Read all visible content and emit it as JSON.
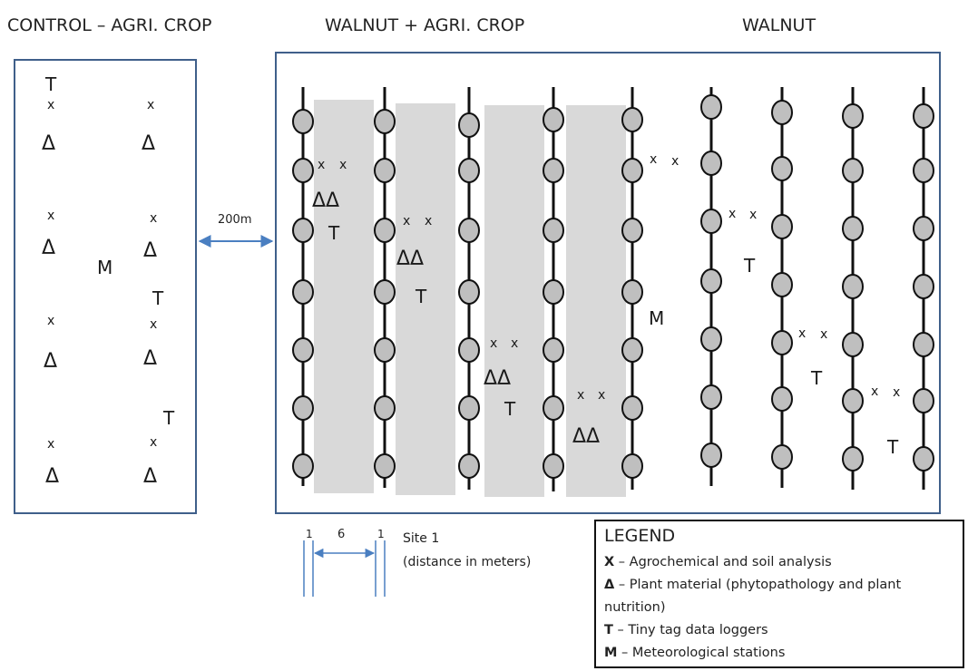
{
  "headers": {
    "control": "CONTROL – AGRI. CROP",
    "walnut_agri": "WALNUT + AGRI. CROP",
    "walnut": "WALNUT"
  },
  "distance_label": "200m",
  "spacing": {
    "edge_left": "1",
    "middle": "6",
    "edge_right": "1"
  },
  "site": {
    "line1": "Site 1",
    "line2": "(distance in meters)"
  },
  "symbols": {
    "x": "x",
    "delta": "Δ",
    "delta_pair": "ΔΔ",
    "t": "T",
    "m": "M"
  },
  "legend": {
    "title": "LEGEND",
    "items": [
      {
        "key": "X",
        "text": " – Agrochemical and soil analysis"
      },
      {
        "key": "Δ",
        "text": " – Plant material (phytopathology and plant"
      },
      {
        "key": "",
        "text": "nutrition)"
      },
      {
        "key": "T",
        "text": " – Tiny tag data loggers"
      },
      {
        "key": "M",
        "text": " – Meteorological stations"
      }
    ]
  },
  "colors": {
    "frame": "#3f5f8a",
    "arrow": "#4a7fc1",
    "strip": "#d9d9d9",
    "tree": "#bfbfbf"
  }
}
